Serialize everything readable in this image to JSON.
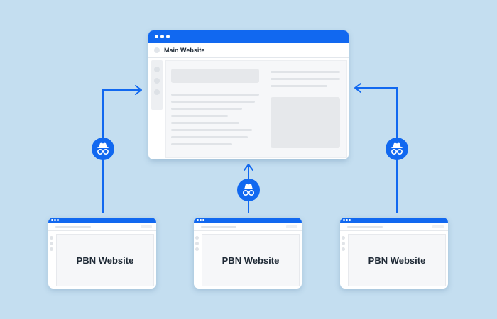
{
  "main_website": {
    "title": "Main Website"
  },
  "pbn_websites": [
    {
      "label": "PBN Website"
    },
    {
      "label": "PBN Website"
    },
    {
      "label": "PBN Website"
    }
  ],
  "icons": {
    "connector": "incognito-icon"
  },
  "colors": {
    "background": "#c4def0",
    "accent": "#1168f0",
    "window": "#ffffff",
    "placeholder": "#e6e8eb",
    "text": "#1f2a36"
  }
}
